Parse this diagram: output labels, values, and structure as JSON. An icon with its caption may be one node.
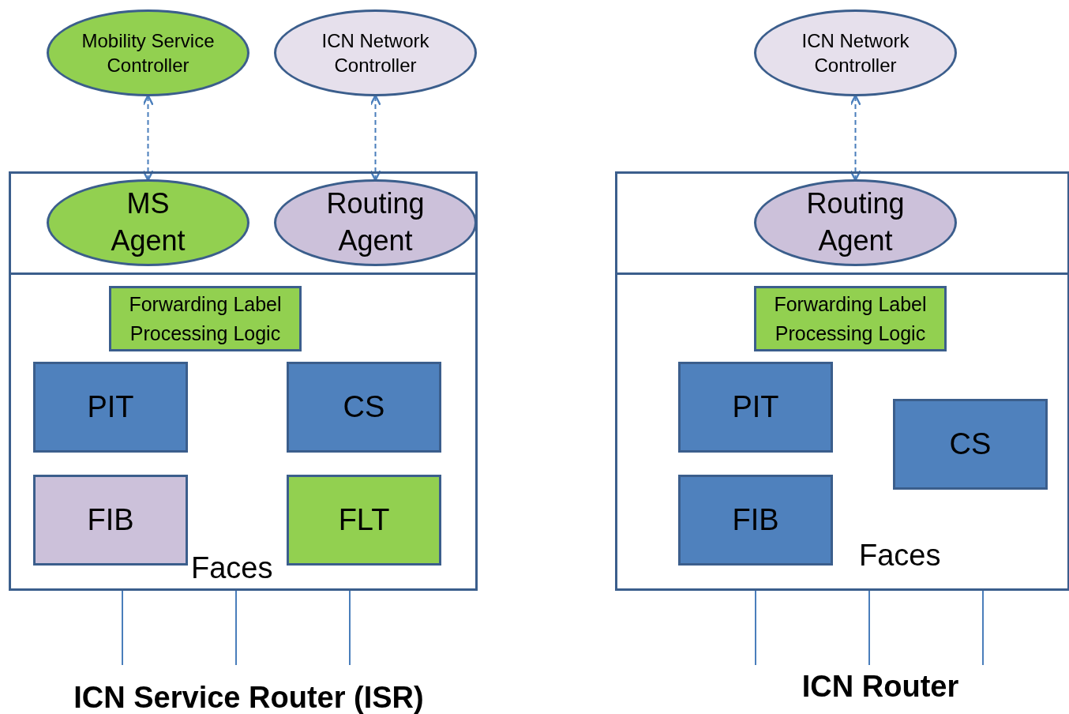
{
  "diagram": {
    "nodes": [
      {
        "text": [
          "Mobility Service Controller"
        ]
      },
      {
        "text": [
          "ICN Network Controller"
        ]
      },
      {
        "text": [],
        "shape": "box"
      },
      {
        "text": [
          "MS Agent"
        ],
        "in": 2
      },
      {
        "text": [
          "Routing Agent"
        ],
        "in": 2
      },
      {
        "text": [
          "Faces"
        ]
      },
      {
        "text": [
          "Forwarding Label Processing Logic"
        ],
        "in": 5
      },
      {
        "text": [
          "PIT"
        ],
        "in": 5
      },
      {
        "text": [
          "CS"
        ],
        "in": 5
      },
      {
        "text": [
          "FIB"
        ],
        "in": 5
      },
      {
        "text": [
          "FLT"
        ],
        "in": 5
      },
      {
        "text": [
          "ICN Network Controller"
        ]
      },
      {
        "text": [],
        "shape": "box"
      },
      {
        "text": [
          "Routing Agent"
        ],
        "in": 12
      },
      {
        "text": [
          "Faces"
        ]
      },
      {
        "text": [
          "Forwarding Label Processing Logic"
        ],
        "in": 14
      },
      {
        "text": [
          "PIT"
        ],
        "in": 14
      },
      {
        "text": [
          "CS"
        ],
        "in": 14
      },
      {
        "text": [
          "FIB"
        ],
        "in": 14
      }
    ],
    "edges": [
      {
        "from": 0,
        "to": 3,
        "arrow": "both",
        "style": "dashed"
      },
      {
        "from": 1,
        "to": 4,
        "arrow": "both",
        "style": "dashed"
      },
      {
        "from": 11,
        "to": 13,
        "arrow": "both",
        "style": "dashed"
      },
      {
        "from": 5,
        "to": null,
        "arrow": "none"
      },
      {
        "from": 5,
        "to": null,
        "arrow": "none"
      },
      {
        "from": 5,
        "to": null,
        "arrow": "none"
      },
      {
        "from": 14,
        "to": null,
        "arrow": "none"
      },
      {
        "from": 14,
        "to": null,
        "arrow": "none"
      },
      {
        "from": 14,
        "to": null,
        "arrow": "none"
      }
    ],
    "labels": [
      "ICN Service Router (ISR)",
      "ICN Router"
    ]
  }
}
